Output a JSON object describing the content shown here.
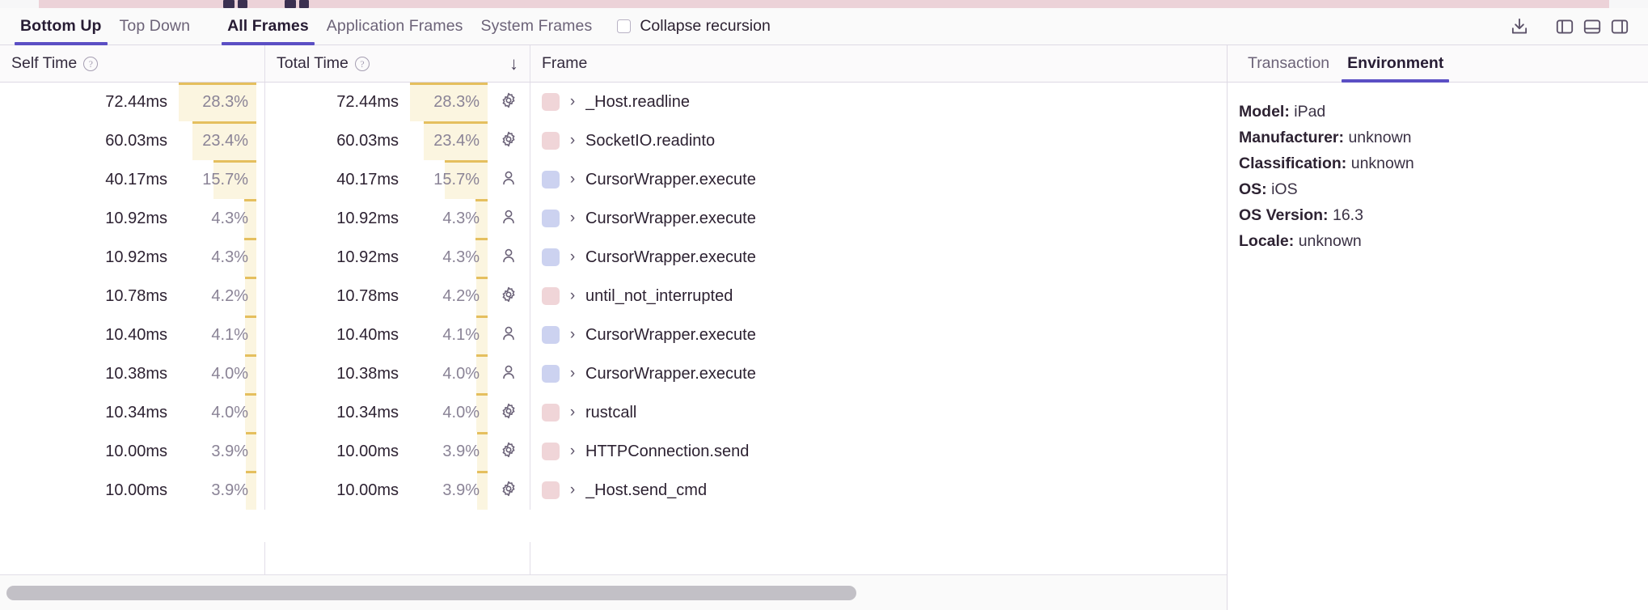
{
  "toolbar": {
    "tabs_view": [
      {
        "label": "Bottom Up",
        "active": true
      },
      {
        "label": "Top Down",
        "active": false
      }
    ],
    "tabs_frames": [
      {
        "label": "All Frames",
        "active": true
      },
      {
        "label": "Application Frames",
        "active": false
      },
      {
        "label": "System Frames",
        "active": false
      }
    ],
    "collapse_recursion": {
      "label": "Collapse recursion",
      "checked": false
    },
    "icons": [
      {
        "name": "download-icon"
      },
      {
        "name": "layout-left-panel-icon"
      },
      {
        "name": "layout-bottom-panel-icon"
      },
      {
        "name": "layout-right-panel-icon"
      }
    ]
  },
  "table": {
    "columns": [
      {
        "key": "self_time",
        "label": "Self Time",
        "help": true,
        "sort": ""
      },
      {
        "key": "total_time",
        "label": "Total Time",
        "help": true,
        "sort": "↓"
      },
      {
        "key": "frame",
        "label": "Frame",
        "help": false,
        "sort": ""
      }
    ],
    "rows": [
      {
        "self_time": "72.44ms",
        "self_pct": "28.3%",
        "total_time": "72.44ms",
        "total_pct": "28.3%",
        "pct_value": 28.3,
        "kind": "system",
        "frame": "_Host.readline"
      },
      {
        "self_time": "60.03ms",
        "self_pct": "23.4%",
        "total_time": "60.03ms",
        "total_pct": "23.4%",
        "pct_value": 23.4,
        "kind": "system",
        "frame": "SocketIO.readinto"
      },
      {
        "self_time": "40.17ms",
        "self_pct": "15.7%",
        "total_time": "40.17ms",
        "total_pct": "15.7%",
        "pct_value": 15.7,
        "kind": "application",
        "frame": "CursorWrapper.execute"
      },
      {
        "self_time": "10.92ms",
        "self_pct": "4.3%",
        "total_time": "10.92ms",
        "total_pct": "4.3%",
        "pct_value": 4.3,
        "kind": "application",
        "frame": "CursorWrapper.execute"
      },
      {
        "self_time": "10.92ms",
        "self_pct": "4.3%",
        "total_time": "10.92ms",
        "total_pct": "4.3%",
        "pct_value": 4.3,
        "kind": "application",
        "frame": "CursorWrapper.execute"
      },
      {
        "self_time": "10.78ms",
        "self_pct": "4.2%",
        "total_time": "10.78ms",
        "total_pct": "4.2%",
        "pct_value": 4.2,
        "kind": "system",
        "frame": "until_not_interrupted"
      },
      {
        "self_time": "10.40ms",
        "self_pct": "4.1%",
        "total_time": "10.40ms",
        "total_pct": "4.1%",
        "pct_value": 4.1,
        "kind": "application",
        "frame": "CursorWrapper.execute"
      },
      {
        "self_time": "10.38ms",
        "self_pct": "4.0%",
        "total_time": "10.38ms",
        "total_pct": "4.0%",
        "pct_value": 4.0,
        "kind": "application",
        "frame": "CursorWrapper.execute"
      },
      {
        "self_time": "10.34ms",
        "self_pct": "4.0%",
        "total_time": "10.34ms",
        "total_pct": "4.0%",
        "pct_value": 4.0,
        "kind": "system",
        "frame": "rustcall"
      },
      {
        "self_time": "10.00ms",
        "self_pct": "3.9%",
        "total_time": "10.00ms",
        "total_pct": "3.9%",
        "pct_value": 3.9,
        "kind": "system",
        "frame": "HTTPConnection.send"
      },
      {
        "self_time": "10.00ms",
        "self_pct": "3.9%",
        "total_time": "10.00ms",
        "total_pct": "3.9%",
        "pct_value": 3.9,
        "kind": "system",
        "frame": "_Host.send_cmd"
      }
    ],
    "expand_chevron": "›"
  },
  "details_panel": {
    "tabs": [
      {
        "label": "Transaction",
        "active": false
      },
      {
        "label": "Environment",
        "active": true
      }
    ],
    "environment": [
      {
        "key": "Model:",
        "value": "iPad"
      },
      {
        "key": "Manufacturer:",
        "value": "unknown"
      },
      {
        "key": "Classification:",
        "value": "unknown"
      },
      {
        "key": "OS:",
        "value": "iOS"
      },
      {
        "key": "OS Version:",
        "value": "16.3"
      },
      {
        "key": "Locale:",
        "value": "unknown"
      }
    ]
  },
  "colors": {
    "accent": "#5b4fc4",
    "system_swatch": "#f0d5d8",
    "application_swatch": "#ccd2f0",
    "pct_bar": "#fbf5e0",
    "pct_bar_edge": "#e5bf5e",
    "flame_band": "#ecd2d8",
    "scrollbar": "#c2c0c6"
  },
  "scrollbar": {
    "thumb_percent": 70
  }
}
